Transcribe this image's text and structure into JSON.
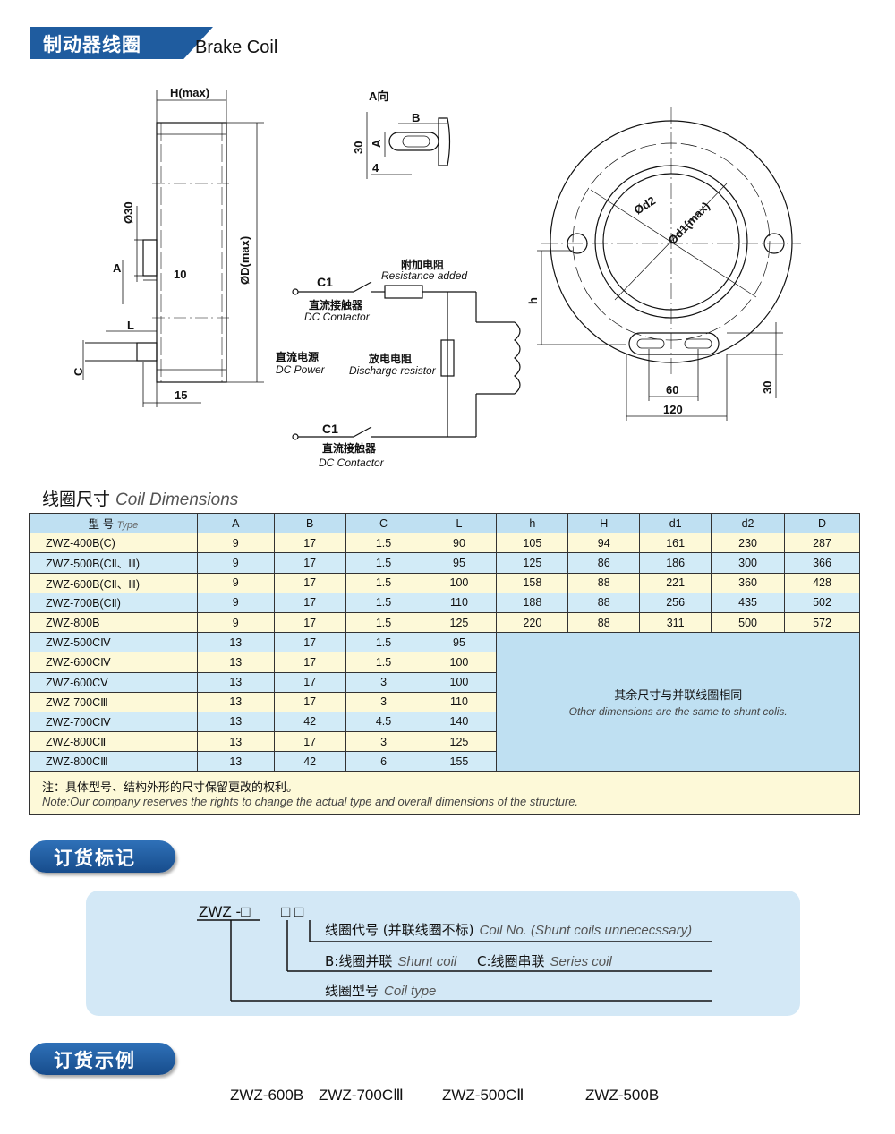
{
  "header": {
    "title_cn": "制动器线圈",
    "title_en": "Brake Coil"
  },
  "drawing": {
    "side_view": {
      "h_max": "H(max)",
      "d_max": "ØD(max)",
      "d30": "Ø30",
      "a": "A",
      "dim_10": "10",
      "dim_l": "L",
      "dim_c": "C",
      "dim_15": "15"
    },
    "a_view": {
      "title": "A向",
      "b": "B",
      "dim_30": "30",
      "a": "A",
      "dim_4": "4"
    },
    "circuit": {
      "c1_top": "C1",
      "c1_bottom": "C1",
      "resistance_cn": "附加电阻",
      "resistance_en": "Resistance added",
      "contactor_cn": "直流接触器",
      "contactor_en": "DC Contactor",
      "power_cn": "直流电源",
      "power_en": "DC Power",
      "discharge_cn": "放电电阻",
      "discharge_en": "Discharge resistor"
    },
    "front_view": {
      "d2": "Ød2",
      "d1": "Ød1(max)",
      "h": "h",
      "dim_60": "60",
      "dim_120": "120",
      "dim_30": "30"
    }
  },
  "dimensions": {
    "title_cn": "线圈尺寸",
    "title_en": "Coil Dimensions",
    "type_cn": "型 号",
    "type_en": "Type",
    "columns": [
      "A",
      "B",
      "C",
      "L",
      "h",
      "H",
      "d1",
      "d2",
      "D"
    ],
    "rows_full": [
      [
        "ZWZ-400B(C)",
        "9",
        "17",
        "1.5",
        "90",
        "105",
        "94",
        "161",
        "230",
        "287"
      ],
      [
        "ZWZ-500B(CⅡ、Ⅲ)",
        "9",
        "17",
        "1.5",
        "95",
        "125",
        "86",
        "186",
        "300",
        "366"
      ],
      [
        "ZWZ-600B(CⅡ、Ⅲ)",
        "9",
        "17",
        "1.5",
        "100",
        "158",
        "88",
        "221",
        "360",
        "428"
      ],
      [
        "ZWZ-700B(CⅡ)",
        "9",
        "17",
        "1.5",
        "110",
        "188",
        "88",
        "256",
        "435",
        "502"
      ],
      [
        "ZWZ-800B",
        "9",
        "17",
        "1.5",
        "125",
        "220",
        "88",
        "311",
        "500",
        "572"
      ]
    ],
    "rows_partial": [
      [
        "ZWZ-500CⅣ",
        "13",
        "17",
        "1.5",
        "95"
      ],
      [
        "ZWZ-600CⅣ",
        "13",
        "17",
        "1.5",
        "100"
      ],
      [
        "ZWZ-600CⅤ",
        "13",
        "17",
        "3",
        "100"
      ],
      [
        "ZWZ-700CⅢ",
        "13",
        "17",
        "3",
        "110"
      ],
      [
        "ZWZ-700CⅣ",
        "13",
        "42",
        "4.5",
        "140"
      ],
      [
        "ZWZ-800CⅡ",
        "13",
        "17",
        "3",
        "125"
      ],
      [
        "ZWZ-800CⅢ",
        "13",
        "42",
        "6",
        "155"
      ]
    ],
    "merged_cn": "其余尺寸与并联线圈相同",
    "merged_en": "Other dimensions are the same to shunt colis.",
    "note_cn": "注：具体型号、结构外形的尺寸保留更改的权利。",
    "note_en": "Note:Our company reserves the rights to change the actual type and overall dimensions of the structure."
  },
  "order_mark": {
    "title": "订货标记",
    "code": "ZWZ -□",
    "boxes": "□ □",
    "line1_cn": "线圈代号 (并联线圈不标)",
    "line1_en": "Coil No. (Shunt coils unnececssary)",
    "line2a_cn": "B:线圈并联",
    "line2a_en": "Shunt coil",
    "line2b_cn": "C:线圈串联",
    "line2b_en": "Series coil",
    "line3_cn": "线圈型号",
    "line3_en": "Coil type"
  },
  "order_example": {
    "title": "订货示例",
    "examples": [
      "ZWZ-600B",
      "ZWZ-700CⅢ",
      "ZWZ-500CⅡ",
      "ZWZ-500B"
    ]
  }
}
